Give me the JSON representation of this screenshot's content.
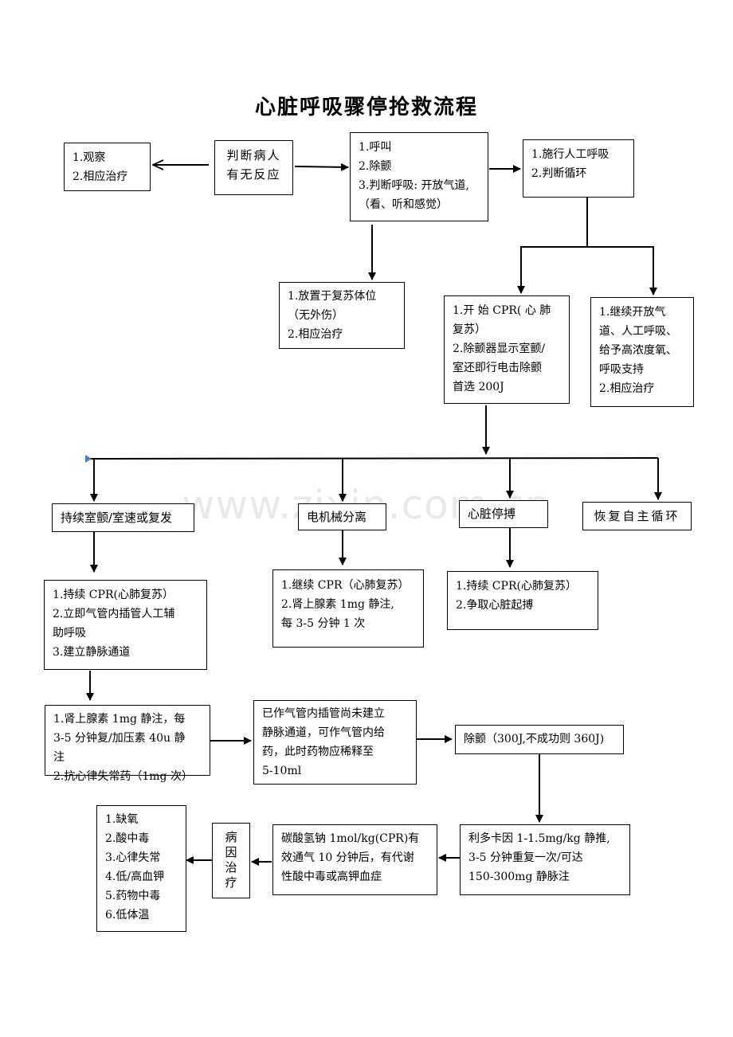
{
  "title": "心脏呼吸骤停抢救流程",
  "watermark": "www.zixin.com.cn",
  "nodes": {
    "observe": [
      "1.观察",
      "2.相应治疗"
    ],
    "judge_response": [
      "判断病人",
      "有无反应"
    ],
    "call": [
      "1.呼叫",
      "2.除颤",
      "3.判断呼吸: 开放气道,",
      "（看、听和感觉）"
    ],
    "artificial_breathing": [
      "1.施行人工呼吸",
      "2.判断循环"
    ],
    "recovery_position": [
      "1.放置于复苏体位",
      "（无外伤）",
      "2.相应治疗"
    ],
    "start_cpr": [
      "1.开 始 CPR( 心 肺",
      "复苏）",
      "2.除颤器显示室颤/",
      "室还即行电击除颤",
      "首选 200J"
    ],
    "continue_airway": [
      "1.继续开放气",
      "道、人工呼吸、",
      "给予高浓度氧、",
      "呼吸支持",
      "2.相应治疗"
    ],
    "persistent_vf": "持续室颤/室速或复发",
    "emd": "电机械分离",
    "asystole": "心脏停搏",
    "rosc": "恢复自主循环",
    "vf_actions": [
      "1.持续 CPR(心肺复苏）",
      "2.立即气管内插管人工辅",
      "助呼吸",
      "3.建立静脉通道"
    ],
    "emd_actions": [
      "1.继续 CPR（心肺复苏）",
      "2.肾上腺素 1mg 静注,",
      "每 3-5 分钟 1 次"
    ],
    "asystole_actions": [
      "1.持续 CPR(心肺复苏）",
      "2.争取心脏起搏"
    ],
    "epinephrine": [
      "1.肾上腺素 1mg 静注，每",
      "3-5 分钟复/加压素 40u 静",
      "注",
      "2.抗心律失常药（1mg 次）"
    ],
    "tracheal_route": [
      "已作气管内插管尚未建立",
      "静脉通道，可作气管内给",
      "药，此时药物应稀释至",
      "5-10ml"
    ],
    "defib_300": "除颤（300J,不成功则 360J)",
    "lidocaine": [
      "利多卡因 1-1.5mg/kg 静推,",
      "3-5 分钟重复一次/可达",
      "150-300mg 静脉注"
    ],
    "bicarb": [
      "碳酸氢钠 1mol/kg(CPR)有",
      "效通气 10 分钟后，有代谢",
      "性酸中毒或高钾血症"
    ],
    "etiology_treatment": [
      "病",
      "因",
      "治",
      "疗"
    ],
    "causes": [
      "1.缺氧",
      "2.酸中毒",
      "3.心律失常",
      "4.低/高血钾",
      "5.药物中毒",
      "6.低体温"
    ]
  }
}
